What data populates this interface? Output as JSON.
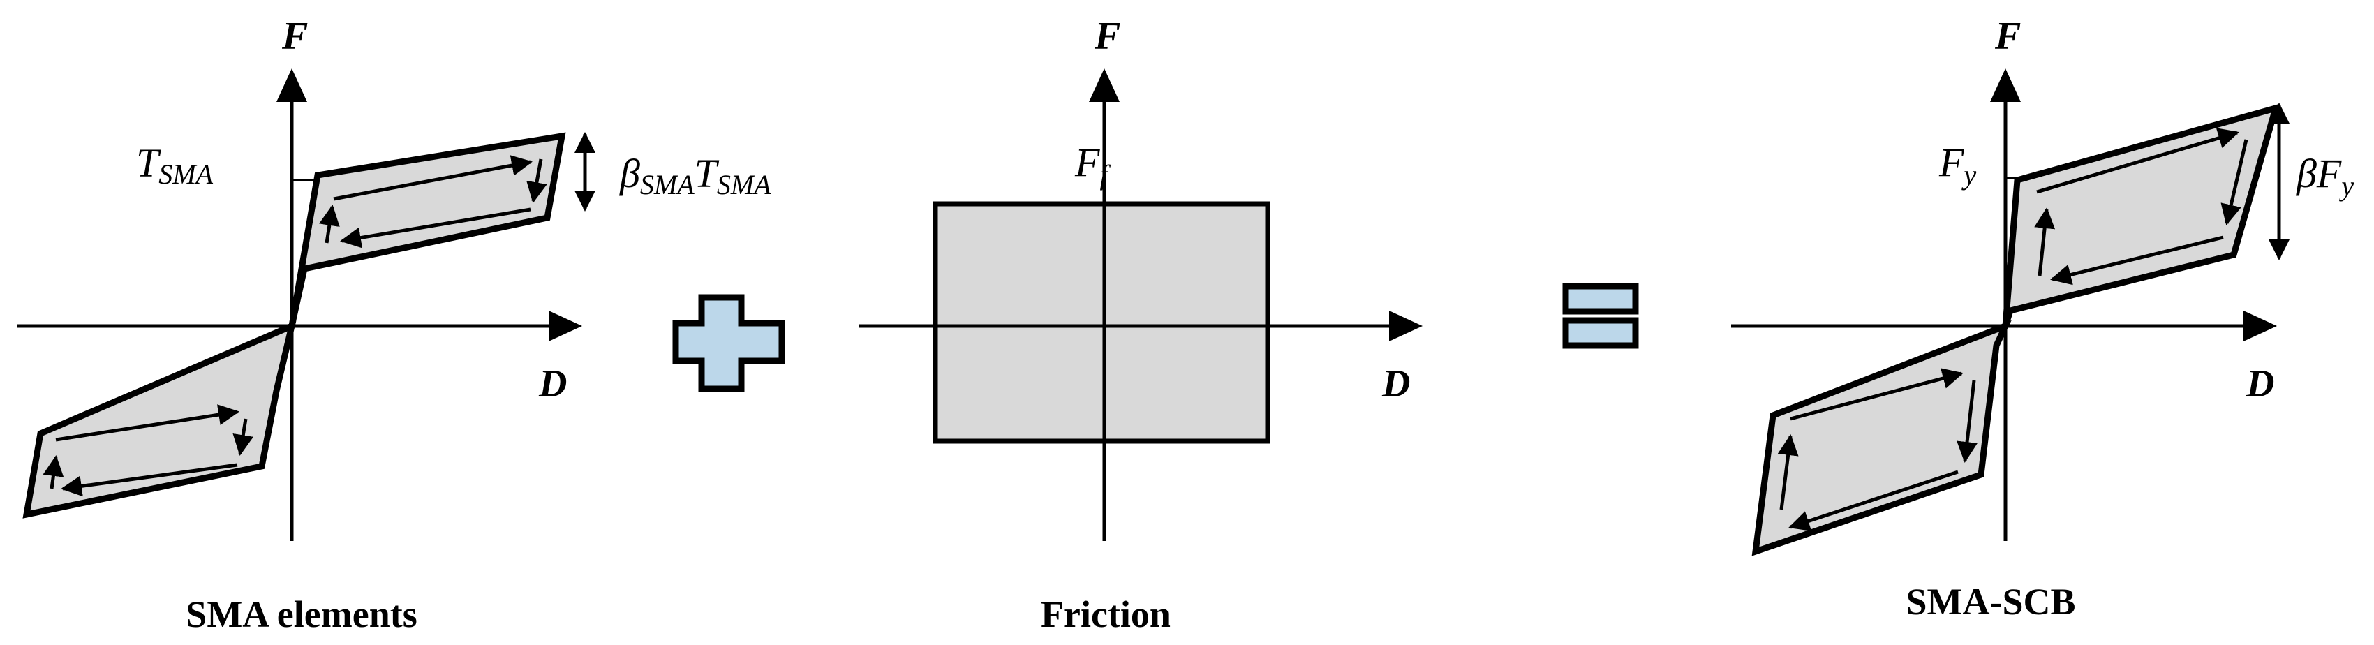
{
  "panels": [
    {
      "caption": "SMA elements",
      "axis_y": "F",
      "axis_x": "D",
      "label_level": "T",
      "label_level_sub": "SMA",
      "label_height_beta": "β",
      "label_height_beta_sub": "SMA",
      "label_height_t": "T",
      "label_height_t_sub": "SMA"
    },
    {
      "caption": "Friction",
      "axis_y": "F",
      "axis_x": "D",
      "label_level": "F",
      "label_level_sub": "f"
    },
    {
      "caption": "SMA-SCB",
      "axis_y": "F",
      "axis_x": "D",
      "label_level": "F",
      "label_level_sub": "y",
      "label_height": "βF",
      "label_height_sub": "y"
    }
  ],
  "operators": {
    "plus": "plus",
    "equals": "equals"
  },
  "colors": {
    "fill": "#d9d9d9",
    "operator": "#bcd7ea",
    "line": "#000000"
  }
}
